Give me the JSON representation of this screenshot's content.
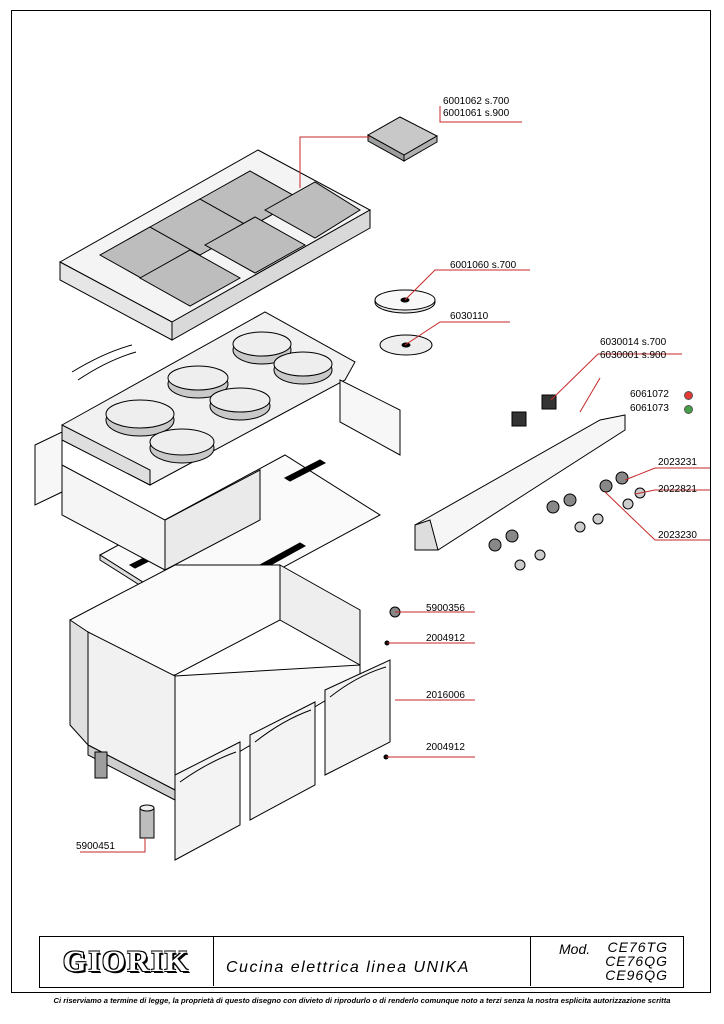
{
  "parts": [
    {
      "id": "p1",
      "code": "6001062  s.700"
    },
    {
      "id": "p2",
      "code": "6001061  s.900"
    },
    {
      "id": "p3",
      "code": "6001060  s.700"
    },
    {
      "id": "p4",
      "code": "6030110"
    },
    {
      "id": "p5",
      "code": "6030014  s.700"
    },
    {
      "id": "p6",
      "code": "6030001  s.900"
    },
    {
      "id": "p7",
      "code": "6061072"
    },
    {
      "id": "p8",
      "code": "6061073"
    },
    {
      "id": "p9",
      "code": "2023231"
    },
    {
      "id": "p10",
      "code": "2022821"
    },
    {
      "id": "p11",
      "code": "2023230"
    },
    {
      "id": "p12",
      "code": "5900356"
    },
    {
      "id": "p13",
      "code": "2004912"
    },
    {
      "id": "p14",
      "code": "2016006"
    },
    {
      "id": "p15",
      "code": "2004912"
    },
    {
      "id": "p16",
      "code": "5900451"
    }
  ],
  "indicator_colors": {
    "red": "#e53935",
    "green": "#43a047"
  },
  "leader_color": "#c62828",
  "title_block": {
    "logo": "GIORIK",
    "description": "Cucina  elettrica  linea  UNIKA",
    "mod_label": "Mod.",
    "models": [
      "CE76TG",
      "CE76QG",
      "CE96QG"
    ]
  },
  "disclaimer": "Ci riserviamo a termine di legge, la proprietà di questo disegno con divieto di riprodurlo o di renderlo comunque noto a terzi senza la nostra esplicita autorizzazione scritta"
}
